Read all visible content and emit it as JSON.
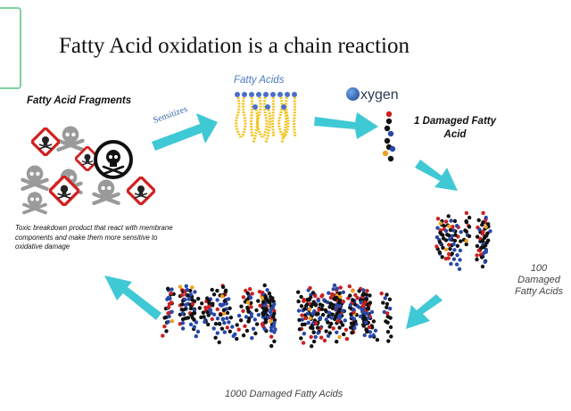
{
  "slide": {
    "title": "Fatty Acid oxidation is a chain reaction"
  },
  "labels": {
    "fragments_title": "Fatty Acid Fragments",
    "fatty_acids": "Fatty Acids",
    "oxygen": "xygen",
    "sensitizes": "Sensitizes",
    "damaged_1": "1 Damaged Fatty Acid",
    "damaged_100": "100 Damaged Fatty Acids",
    "damaged_1000": "1000 Damaged Fatty Acids",
    "toxic_note": "Toxic breakdown product that react with membrane components and make them more sensitive to oxidative damage"
  },
  "colors": {
    "arrow": "#3fc9d4",
    "lipid_head": "#4a6fc6",
    "lipid_tail": "#f2c21a",
    "atom_black": "#111111",
    "atom_blue": "#2848a8",
    "atom_red": "#cc1f1f",
    "atom_orange": "#f0a020",
    "hazard_red": "#d42020",
    "skull_gray": "#9a9a9a",
    "bracket": "#7fd19a"
  }
}
